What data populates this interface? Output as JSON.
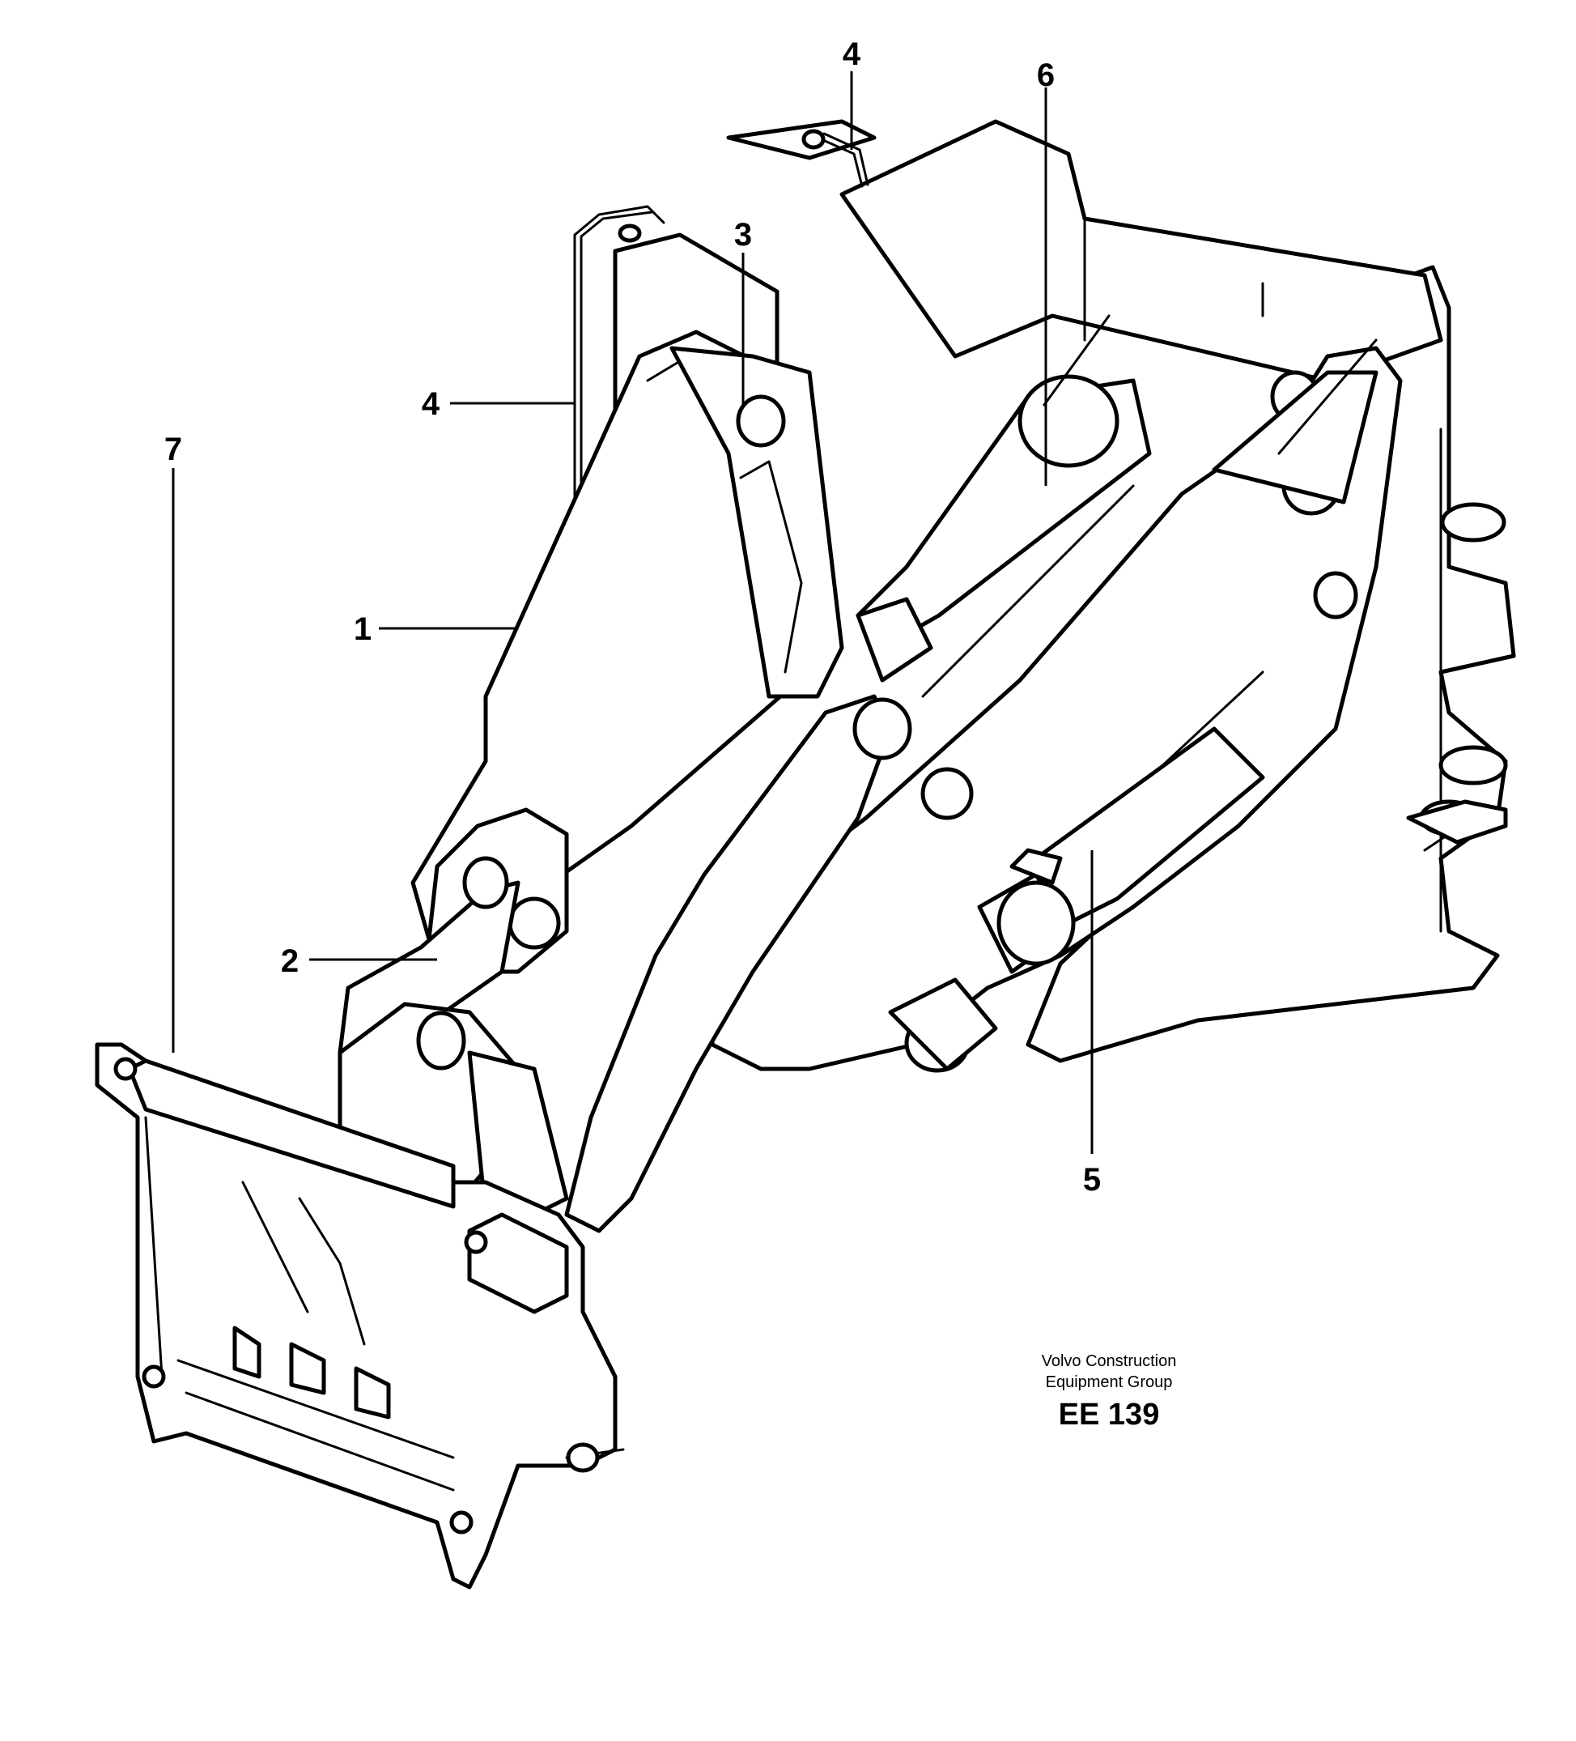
{
  "callouts": [
    {
      "id": "c4a",
      "label": "4"
    },
    {
      "id": "c6",
      "label": "6"
    },
    {
      "id": "c3",
      "label": "3"
    },
    {
      "id": "c4b",
      "label": "4"
    },
    {
      "id": "c1",
      "label": "1"
    },
    {
      "id": "c7",
      "label": "7"
    },
    {
      "id": "c2",
      "label": "2"
    },
    {
      "id": "c5",
      "label": "5"
    }
  ],
  "credit": {
    "line1": "Volvo Construction",
    "line2": "Equipment Group"
  },
  "code": "EE 139"
}
